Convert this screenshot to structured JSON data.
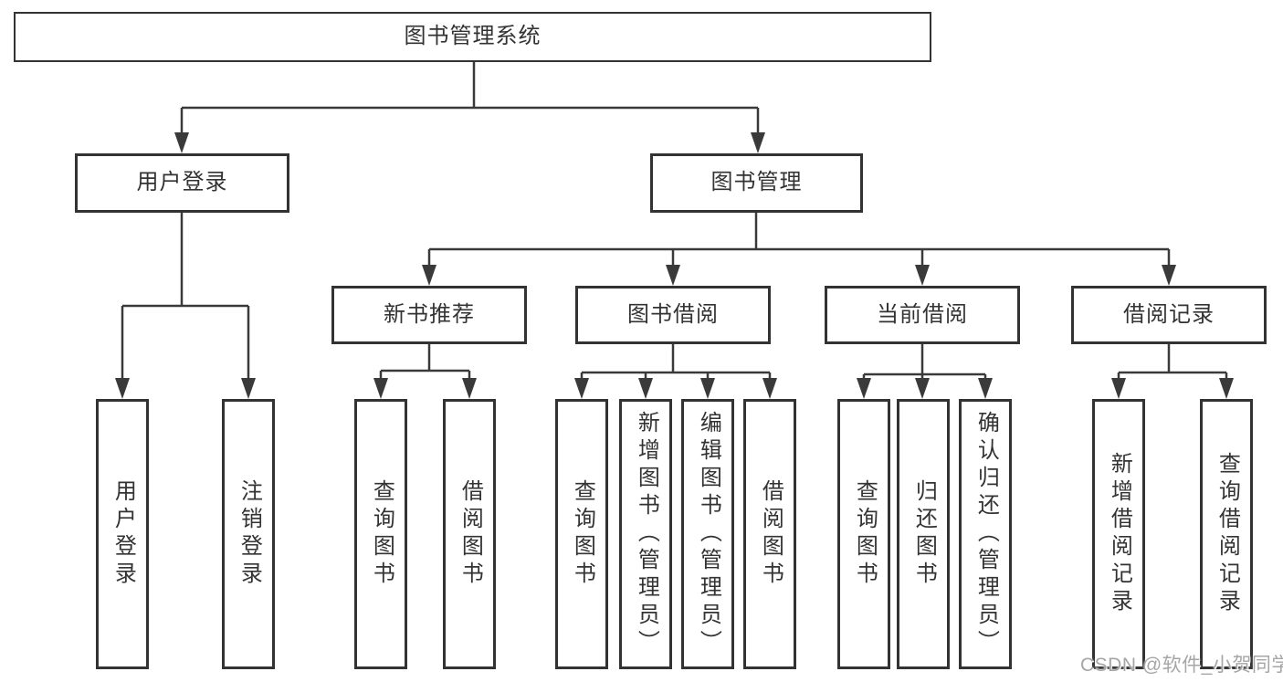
{
  "diagram": {
    "title": "图书管理系统",
    "type": "hierarchy-tree"
  },
  "tree": {
    "root": {
      "label": "图书管理系统"
    },
    "level2": [
      {
        "label": "用户登录"
      },
      {
        "label": "图书管理"
      }
    ],
    "level3": [
      {
        "label": "新书推荐"
      },
      {
        "label": "图书借阅"
      },
      {
        "label": "当前借阅"
      },
      {
        "label": "借阅记录"
      }
    ],
    "leaves": {
      "user_login": [
        "用户登录",
        "注销登录"
      ],
      "new_book": [
        "查询图书",
        "借阅图书"
      ],
      "book_borrow": [
        "查询图书",
        "新增图书（管理员）",
        "编辑图书（管理员）",
        "借阅图书"
      ],
      "current_borrow": [
        "查询图书",
        "归还图书",
        "确认归还（管理员）"
      ],
      "borrow_record": [
        "新增借阅记录",
        "查询借阅记录"
      ]
    }
  },
  "watermark": {
    "text": "CSDN @软件_小贺同学"
  },
  "colors": {
    "line": "#3a3a3a",
    "box_border": "#333333",
    "text": "#333333",
    "watermark": "#a6a6a6",
    "background": "#ffffff"
  }
}
